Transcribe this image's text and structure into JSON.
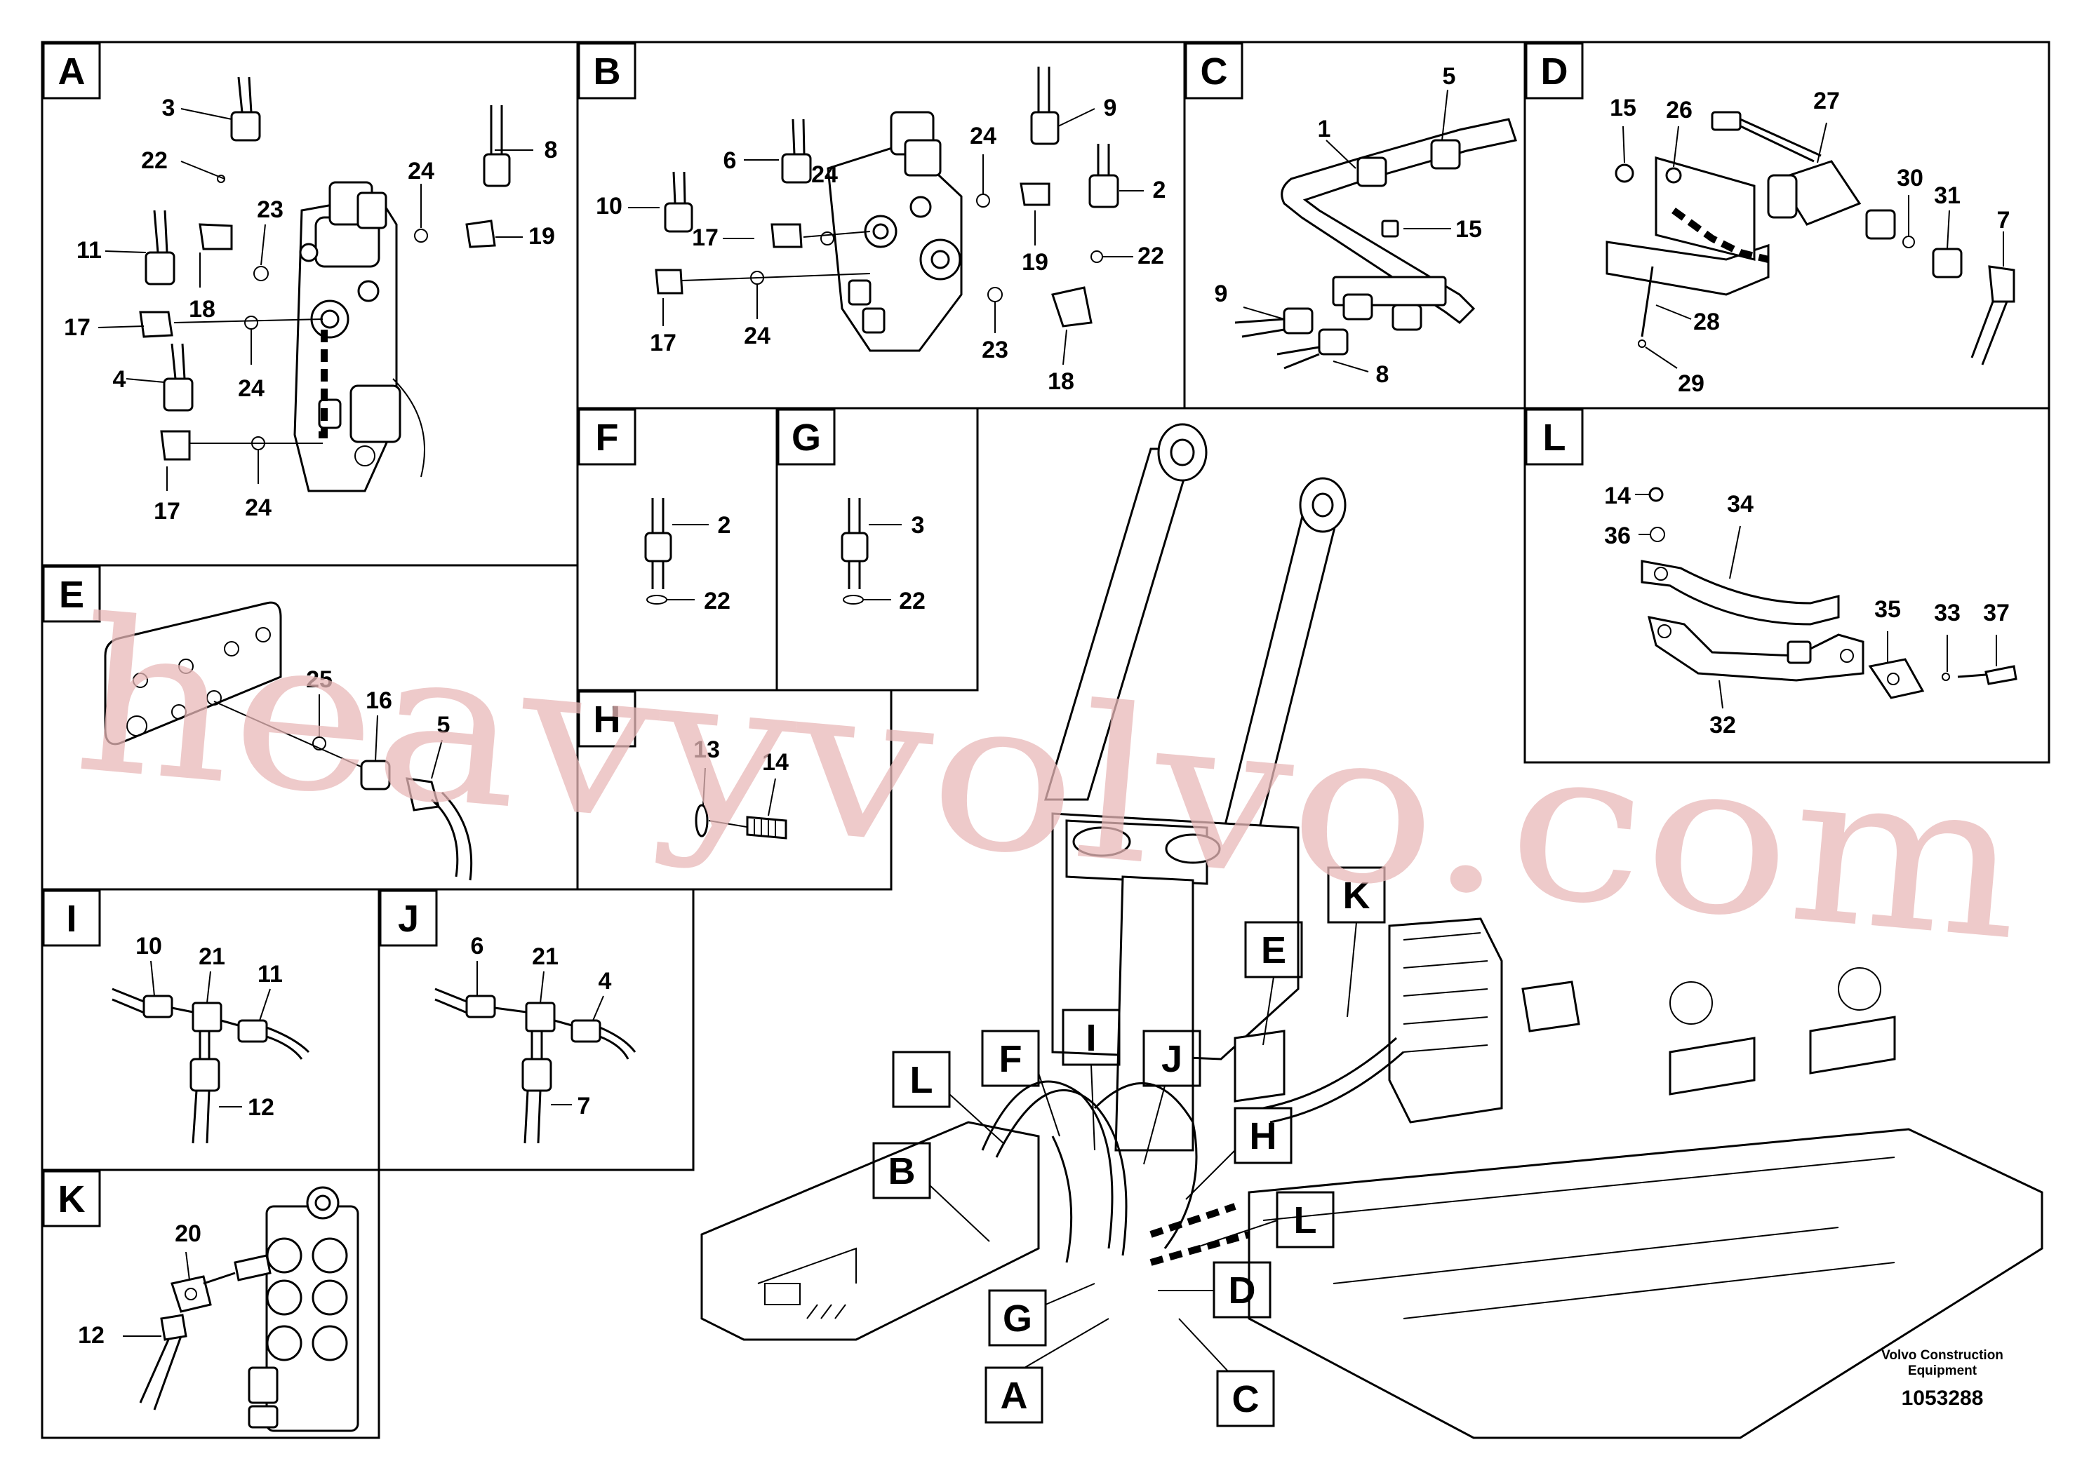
{
  "panels": [
    {
      "letter": "A",
      "parts": [
        "3",
        "22",
        "23",
        "24",
        "8",
        "19",
        "11",
        "18",
        "17",
        "4",
        "24",
        "17",
        "24"
      ]
    },
    {
      "letter": "B",
      "parts": [
        "9",
        "6",
        "24",
        "10",
        "24",
        "17",
        "19",
        "2",
        "22",
        "17",
        "24",
        "23",
        "18"
      ]
    },
    {
      "letter": "C",
      "parts": [
        "5",
        "1",
        "15",
        "9",
        "8"
      ]
    },
    {
      "letter": "D",
      "parts": [
        "15",
        "26",
        "27",
        "30",
        "31",
        "7",
        "28",
        "29"
      ]
    },
    {
      "letter": "E",
      "parts": [
        "25",
        "16",
        "5"
      ]
    },
    {
      "letter": "F",
      "parts": [
        "2",
        "22"
      ]
    },
    {
      "letter": "G",
      "parts": [
        "3",
        "22"
      ]
    },
    {
      "letter": "H",
      "parts": [
        "13",
        "14"
      ]
    },
    {
      "letter": "I",
      "parts": [
        "10",
        "21",
        "11",
        "12"
      ]
    },
    {
      "letter": "J",
      "parts": [
        "6",
        "21",
        "4",
        "7"
      ]
    },
    {
      "letter": "K",
      "parts": [
        "20",
        "12"
      ]
    },
    {
      "letter": "L",
      "parts": [
        "14",
        "34",
        "36",
        "35",
        "33",
        "37",
        "32"
      ]
    }
  ],
  "overview_callouts": [
    "K",
    "E",
    "L",
    "F",
    "I",
    "J",
    "B",
    "H",
    "L",
    "D",
    "G",
    "A",
    "C"
  ],
  "footer": {
    "company_line1": "Volvo Construction",
    "company_line2": "Equipment",
    "drawing_number": "1053288"
  },
  "watermark": "heavyvolvo.com"
}
